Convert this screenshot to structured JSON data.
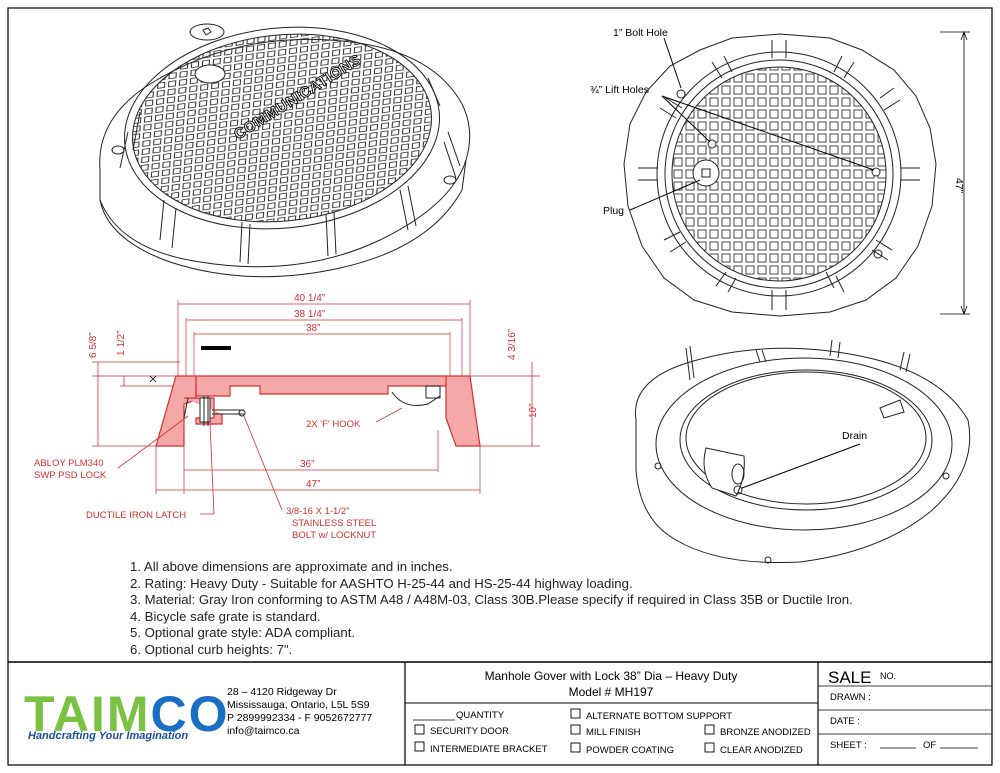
{
  "views": {
    "top_view": {
      "callouts": {
        "bolt_hole": "1” Bolt Hole",
        "lift_holes": "¾” Lift Holes",
        "plug": "Plug"
      },
      "dimension": "47”"
    },
    "iso_top": {
      "cover_text": "COMMUNICATIONS"
    },
    "section": {
      "dims_top": [
        "40 1/4”",
        "38 1/4”",
        "38”"
      ],
      "dims_bottom": [
        "36”",
        "47”"
      ],
      "dims_left": [
        "6 5/8”",
        "1 1/2”"
      ],
      "dims_right": [
        "4 3/16”",
        "10”"
      ],
      "labels": {
        "hook": "2X 'F' HOOK",
        "lock": [
          "ABLOY PLM340",
          "SWP PSD LOCK"
        ],
        "latch": "DUCTILE IRON LATCH",
        "bolt": [
          "3/8-16 X 1-1/2”",
          "STAINLESS STEEL",
          "BOLT w/ LOCKNUT"
        ]
      }
    },
    "iso_bottom": {
      "callout": "Drain"
    }
  },
  "notes": [
    "1. All above dimensions are approximate and in inches.",
    "2. Rating: Heavy Duty - Suitable for AASHTO H-25-44 and HS-25-44 highway loading.",
    "3. Material: Gray Iron conforming to ASTM A48 / A48M-03, Class 30B.Please specify if required in Class 35B or Ductile Iron.",
    "4. Bicycle safe grate is standard.",
    "5. Optional grate style: ADA compliant.",
    "6. Optional curb heights: 7\"."
  ],
  "title_block": {
    "company": {
      "logo_text": "TAIMCO",
      "tagline": "Handcrafting Your Imagination",
      "address_1": "28 – 4120 Ridgeway Dr",
      "address_2": "Mississauga, Ontario, L5L 5S9",
      "phone": "P 2899992334 - F 9052672777",
      "email": "info@taimco.ca"
    },
    "title": "Manhole Gover with Lock 38” Dia  – Heavy Duty",
    "model": "Model # MH197",
    "quantity_label": "QUANTITY",
    "options": [
      {
        "label": "SECURITY DOOR",
        "checked": false
      },
      {
        "label": "INTERMEDIATE BRACKET",
        "checked": false
      },
      {
        "label": "ALTERNATE BOTTOM SUPPORT",
        "checked": false
      },
      {
        "label": "MILL FINISH",
        "checked": false
      },
      {
        "label": "POWDER COATING",
        "checked": false
      },
      {
        "label": "BRONZE ANODIZED",
        "checked": false
      },
      {
        "label": "CLEAR ANODIZED",
        "checked": false
      }
    ],
    "sale": "SALE",
    "sale_no": "NO.",
    "drawn": "DRAWN :",
    "date": "DATE :",
    "sheet": "SHEET :",
    "of": "OF"
  },
  "colors": {
    "section_fill": "#f4a8a8",
    "section_stroke": "#d43030",
    "dim_red": "#d43030",
    "logo_green": "#7cc242",
    "logo_blue": "#1a6fc4",
    "tagline_blue": "#1a4fa0"
  }
}
